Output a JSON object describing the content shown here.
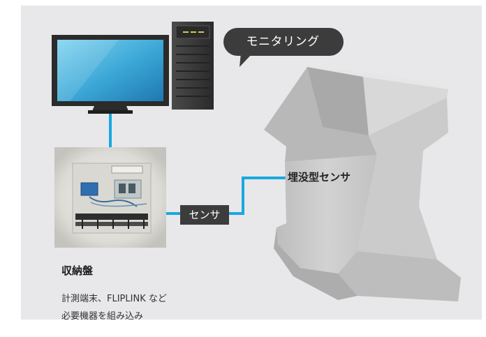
{
  "colors": {
    "panel_background": "#e8e8ea",
    "connector_line": "#1aa8e0",
    "bubble": "#3c3c3c",
    "sensor_tag": "#3c3c3c",
    "girder": "#c9c9c9"
  },
  "monitoring_bubble": {
    "label": "モニタリング"
  },
  "sensor_tag": {
    "label": "センサ"
  },
  "embedded_sensor": {
    "label": "埋没型センサ"
  },
  "cabinet": {
    "title": "収納盤",
    "description_line1": "計測端末、FLIPLINK など",
    "description_line2": "必要機器を組み込み"
  },
  "icons": {
    "monitor": "monitor-icon",
    "server": "server-tower-icon",
    "cabinet": "control-cabinet-photo",
    "girder": "concrete-girder-icon"
  }
}
